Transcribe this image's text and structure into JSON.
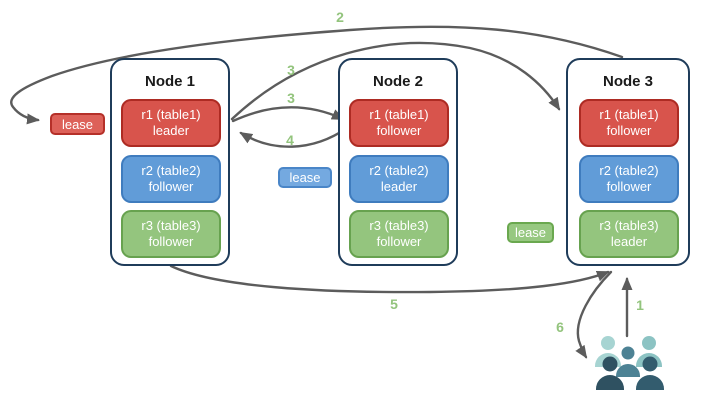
{
  "diagram": {
    "nodes": [
      {
        "title": "Node 1",
        "ranges": [
          {
            "range": "r1 (table1)",
            "role": "leader",
            "color_key": "red"
          },
          {
            "range": "r2 (table2)",
            "role": "follower",
            "color_key": "blue"
          },
          {
            "range": "r3 (table3)",
            "role": "follower",
            "color_key": "green"
          }
        ]
      },
      {
        "title": "Node 2",
        "ranges": [
          {
            "range": "r1 (table1)",
            "role": "follower",
            "color_key": "red"
          },
          {
            "range": "r2 (table2)",
            "role": "leader",
            "color_key": "blue"
          },
          {
            "range": "r3 (table3)",
            "role": "follower",
            "color_key": "green"
          }
        ]
      },
      {
        "title": "Node 3",
        "ranges": [
          {
            "range": "r1 (table1)",
            "role": "follower",
            "color_key": "red"
          },
          {
            "range": "r2 (table2)",
            "role": "follower",
            "color_key": "blue"
          },
          {
            "range": "r3 (table3)",
            "role": "leader",
            "color_key": "green"
          }
        ]
      }
    ],
    "leases": [
      {
        "label": "lease",
        "color_key": "red"
      },
      {
        "label": "lease",
        "color_key": "blue"
      },
      {
        "label": "lease",
        "color_key": "green"
      }
    ],
    "steps": [
      {
        "text": "2"
      },
      {
        "text": "3"
      },
      {
        "text": "3"
      },
      {
        "text": "4"
      },
      {
        "text": "5"
      },
      {
        "text": "6"
      },
      {
        "text": "1"
      }
    ],
    "icons": {
      "users": "users-icon"
    },
    "colors": {
      "red_fill": "#d8544c",
      "red_border": "#ad2b23",
      "blue_fill": "#619cd8",
      "blue_border": "#3f7cbe",
      "green_fill": "#94c57e",
      "green_border": "#67a24f",
      "node_border": "#1f3c5a",
      "arrow": "#5c5c5c",
      "step_number": "#93c47d",
      "users_light_teal": "#a7d4d2",
      "users_medium_teal": "#7fb8bb",
      "users_slate": "#4d8294",
      "users_dark": "#2f5161"
    }
  }
}
